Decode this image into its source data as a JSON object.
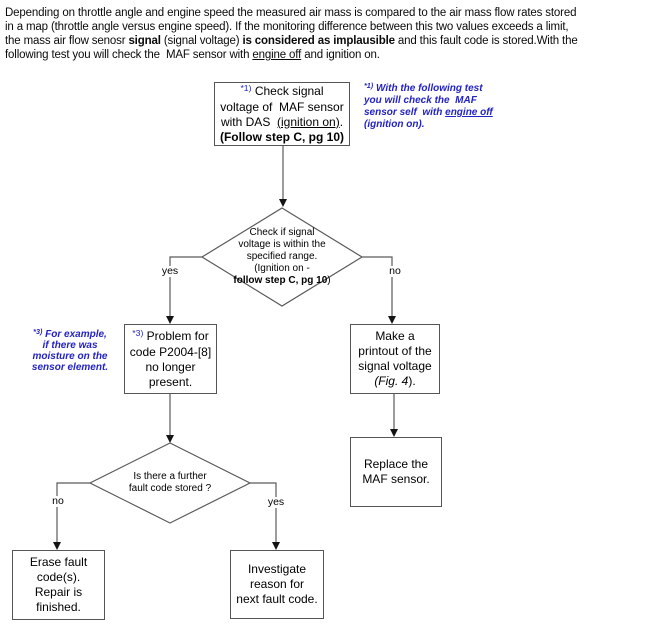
{
  "colors": {
    "annotation_blue": "#2323c3",
    "connector_gray": "#5a5a5a",
    "arrowhead_black": "#141414",
    "box_border": "#555555",
    "background": "#ffffff"
  },
  "intro": {
    "lines": [
      [
        {
          "t": "Depending on throttle angle and engine speed the measured air mass is compared to the air mass flow rates stored",
          "s": ""
        }
      ],
      [
        {
          "t": "in a map (throttle angle versus engine speed). If the monitoring difference between this two values exceeds a limit,",
          "s": ""
        }
      ],
      [
        {
          "t": "the mass air flow senosr ",
          "s": ""
        },
        {
          "t": "signal",
          "s": "b"
        },
        {
          "t": " (signal voltage) ",
          "s": ""
        },
        {
          "t": "is considered as implausible",
          "s": "b"
        },
        {
          "t": " and this fault code is stored.With the",
          "s": ""
        }
      ],
      [
        {
          "t": "following test you will check the  MAF sensor with ",
          "s": ""
        },
        {
          "t": "engine off",
          "s": "u"
        },
        {
          "t": " and ignition on.",
          "s": ""
        }
      ]
    ]
  },
  "flowchart": {
    "box_check_signal": {
      "lines": [
        [
          {
            "t": "*1)",
            "s": "sup blue"
          },
          {
            "t": " Check signal",
            "s": ""
          }
        ],
        [
          {
            "t": "voltage of  MAF sensor",
            "s": ""
          }
        ],
        [
          {
            "t": "with DAS  ",
            "s": ""
          },
          {
            "t": "(ignition on)",
            "s": "u"
          },
          {
            "t": ".",
            "s": ""
          }
        ],
        [
          {
            "t": "(Follow step C, pg 10)",
            "s": "b"
          }
        ]
      ]
    },
    "note_engine_off": {
      "lines": [
        [
          {
            "t": "*1)",
            "s": "sup"
          },
          {
            "t": " With the following test",
            "s": ""
          }
        ],
        [
          {
            "t": "you will check the  MAF",
            "s": ""
          }
        ],
        [
          {
            "t": "sensor self  with ",
            "s": ""
          },
          {
            "t": "engine off",
            "s": "u"
          }
        ],
        [
          {
            "t": "(ignition on).",
            "s": ""
          }
        ]
      ]
    },
    "decision_signal_range": {
      "lines": [
        [
          {
            "t": "Check if signal",
            "s": ""
          }
        ],
        [
          {
            "t": "voltage is within the",
            "s": ""
          }
        ],
        [
          {
            "t": "specified range.",
            "s": ""
          }
        ],
        [
          {
            "t": "(Ignition on -",
            "s": ""
          }
        ],
        [
          {
            "t": "follow step C, pg 10",
            "s": "b"
          },
          {
            "t": ")",
            "s": ""
          }
        ]
      ]
    },
    "label_yes1": "yes",
    "label_no1": "no",
    "note_moisture": {
      "lines": [
        [
          {
            "t": "*3)",
            "s": "sup"
          },
          {
            "t": " For example,",
            "s": ""
          }
        ],
        [
          {
            "t": "if there was",
            "s": ""
          }
        ],
        [
          {
            "t": "moisture on the",
            "s": ""
          }
        ],
        [
          {
            "t": "sensor element.",
            "s": ""
          }
        ]
      ]
    },
    "box_problem_gone": {
      "lines": [
        [
          {
            "t": "*3)",
            "s": "sup blue"
          },
          {
            "t": " Problem for",
            "s": ""
          }
        ],
        [
          {
            "t": "code P2004-[8]",
            "s": ""
          }
        ],
        [
          {
            "t": "no longer",
            "s": ""
          }
        ],
        [
          {
            "t": "present.",
            "s": ""
          }
        ]
      ]
    },
    "box_make_printout": {
      "lines": [
        [
          {
            "t": "Make a",
            "s": ""
          }
        ],
        [
          {
            "t": "printout of the",
            "s": ""
          }
        ],
        [
          {
            "t": "signal voltage",
            "s": ""
          }
        ],
        [
          {
            "t": "(Fig. 4",
            "s": "i"
          },
          {
            "t": ").",
            "s": ""
          }
        ]
      ]
    },
    "box_replace_maf": {
      "lines": [
        [
          {
            "t": "Replace the",
            "s": ""
          }
        ],
        [
          {
            "t": "MAF sensor.",
            "s": ""
          }
        ]
      ]
    },
    "decision_further_fault": {
      "lines": [
        [
          {
            "t": "Is there a further",
            "s": ""
          }
        ],
        [
          {
            "t": "fault code stored ?",
            "s": ""
          }
        ]
      ]
    },
    "label_no2": "no",
    "label_yes2": "yes",
    "box_erase_codes": {
      "lines": [
        [
          {
            "t": "Erase fault",
            "s": ""
          }
        ],
        [
          {
            "t": "code(s).",
            "s": ""
          }
        ],
        [
          {
            "t": "Repair is",
            "s": ""
          }
        ],
        [
          {
            "t": "finished.",
            "s": ""
          }
        ]
      ]
    },
    "box_investigate": {
      "lines": [
        [
          {
            "t": "Investigate",
            "s": ""
          }
        ],
        [
          {
            "t": "reason for",
            "s": ""
          }
        ],
        [
          {
            "t": "next fault code.",
            "s": ""
          }
        ]
      ]
    }
  }
}
